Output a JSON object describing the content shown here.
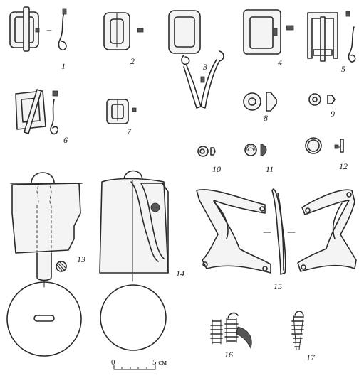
{
  "figure_numbers": [
    "1",
    "2",
    "3",
    "4",
    "5",
    "6",
    "7",
    "8",
    "9",
    "10",
    "11",
    "12",
    "13",
    "14",
    "15",
    "16",
    "17"
  ],
  "scale": {
    "zero_label": "0",
    "end_label": "5 см"
  }
}
